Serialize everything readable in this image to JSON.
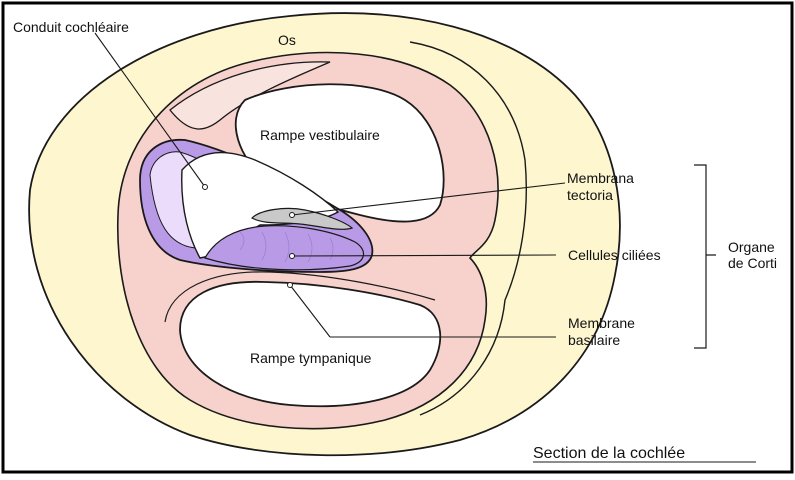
{
  "labels": {
    "conduit": "Conduit cochléaire",
    "os": "Os",
    "rampe_vestibulaire": "Rampe vestibulaire",
    "rampe_tympanique": "Rampe tympanique",
    "membrana_line1": "Membrana",
    "membrana_line2": "tectoria",
    "cellules": "Cellules ciliées",
    "membrane_line1": "Membrane",
    "membrane_line2": "basilaire",
    "organe_line1": "Organe",
    "organe_line2": "de Corti"
  },
  "caption": "Section de la cochlée",
  "colors": {
    "bone": "#fdf6cf",
    "tissue": "#f7d1cb",
    "tissue_border": "#f8e3df",
    "duct": "#b99ae6",
    "duct_light": "#ecdcfb",
    "cavity": "#ffffff",
    "tectoria": "#c9c9c9",
    "outline": "#1a1a1a"
  }
}
